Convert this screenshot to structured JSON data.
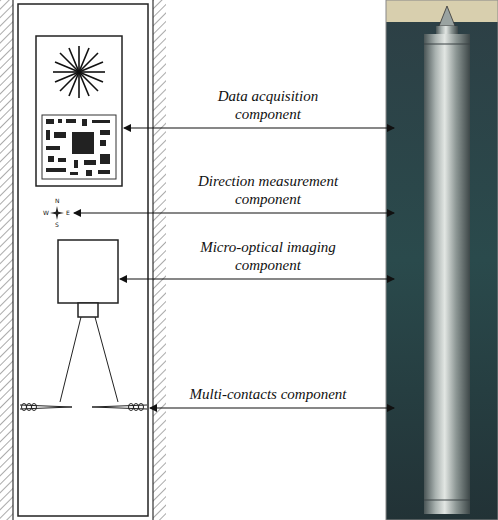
{
  "diagram": {
    "labels": [
      "Data acquisition component",
      "Direction measurement component",
      "N",
      "W",
      "E",
      "S",
      "Micro-optical imaging component",
      "Multi-contacts component"
    ]
  }
}
